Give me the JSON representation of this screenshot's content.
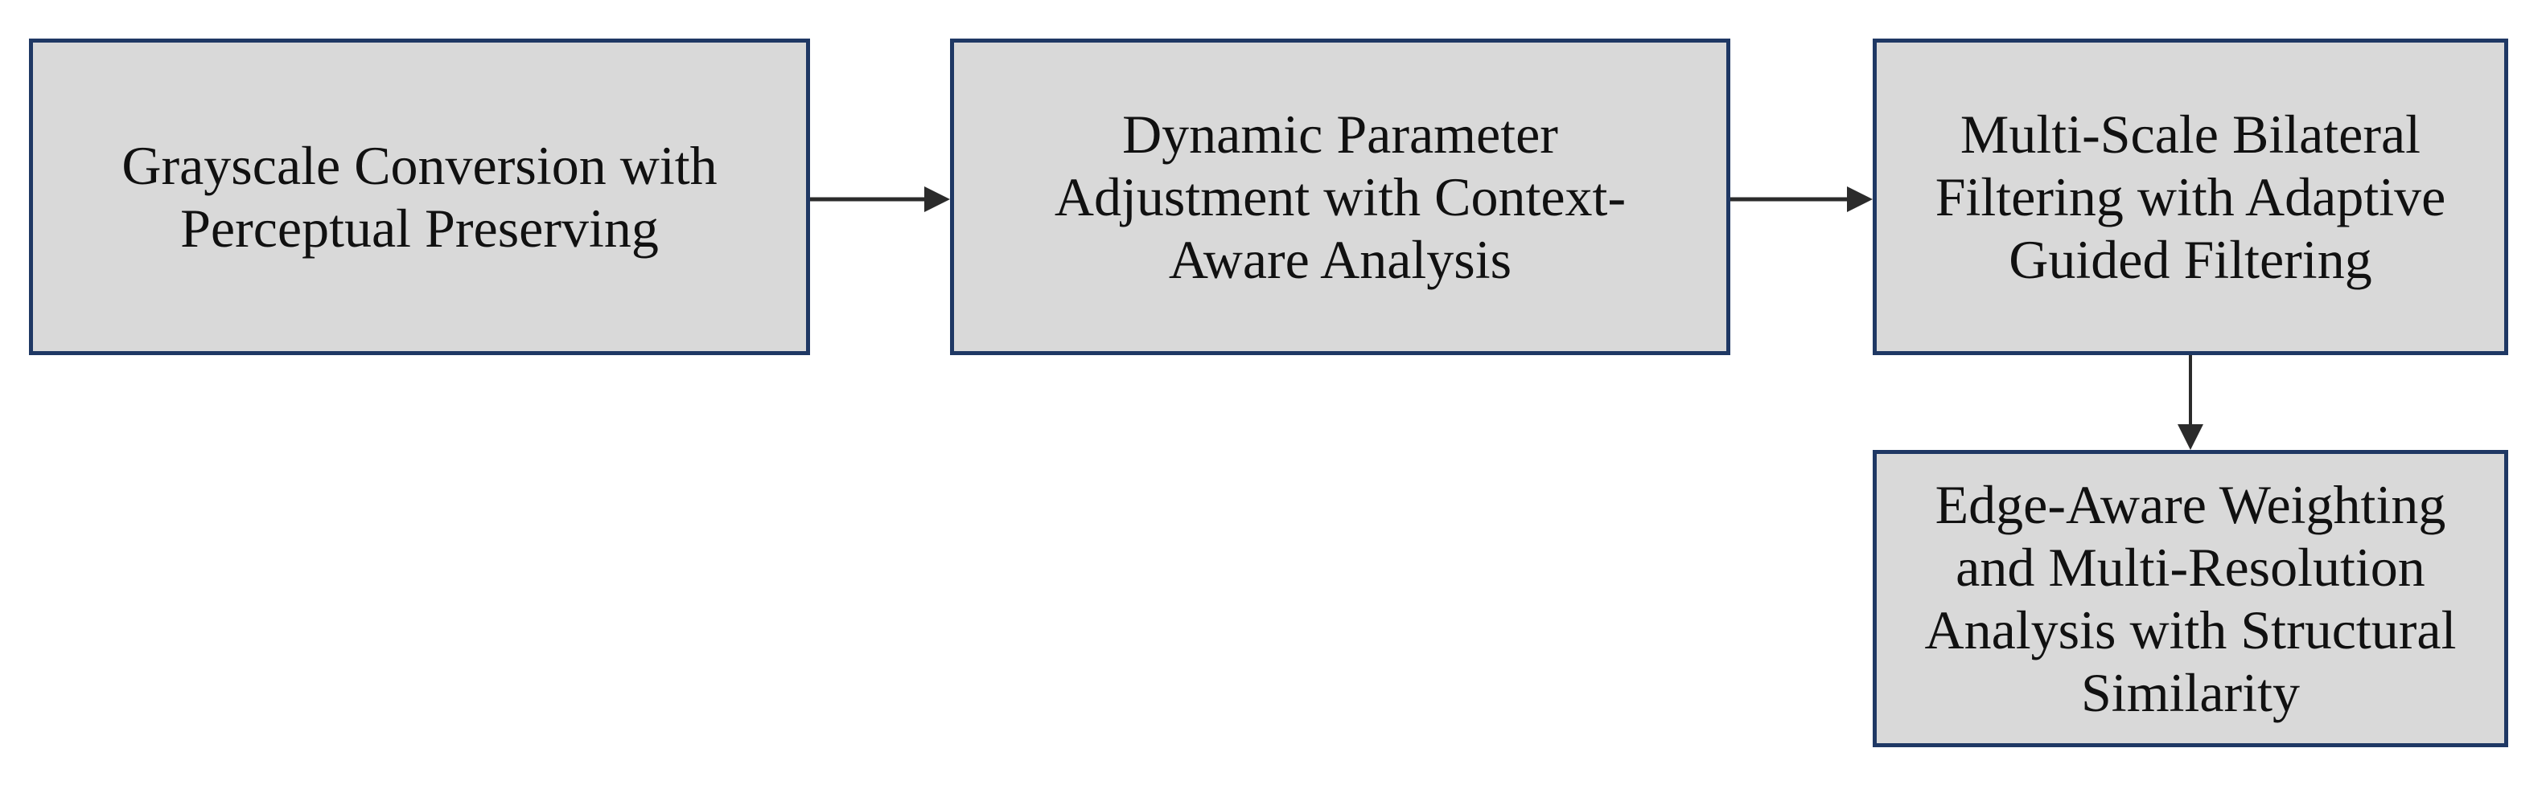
{
  "figure": {
    "type": "flowchart",
    "nodes": [
      {
        "id": "step-1",
        "label": "Grayscale Conversion with\nPerceptual Preserving"
      },
      {
        "id": "step-2",
        "label": "Dynamic Parameter\nAdjustment with Context-\nAware Analysis"
      },
      {
        "id": "step-3",
        "label": "Multi-Scale Bilateral\nFiltering with Adaptive\nGuided Filtering"
      },
      {
        "id": "step-4",
        "label": "Edge-Aware Weighting\nand Multi-Resolution\nAnalysis with Structural\nSimilarity"
      }
    ],
    "edges": [
      {
        "from": "step-1",
        "to": "step-2",
        "direction": "right"
      },
      {
        "from": "step-2",
        "to": "step-3",
        "direction": "right"
      },
      {
        "from": "step-3",
        "to": "step-4",
        "direction": "down"
      }
    ],
    "colors": {
      "node_fill": "#d9d9d9",
      "node_border": "#1f3864",
      "arrow": "#2b2b2b",
      "text": "#111111",
      "page_background": "#ffffff"
    }
  }
}
